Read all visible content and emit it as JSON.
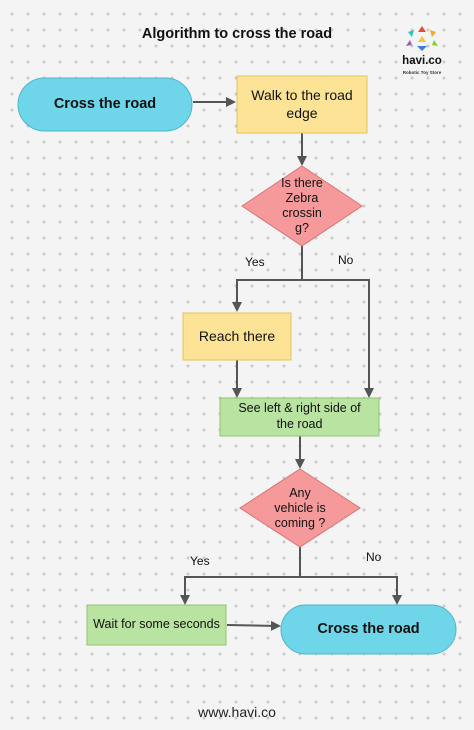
{
  "title": "Algorithm to cross the road",
  "brand": {
    "name": "havi.co",
    "tagline": "Robotic Toy Store",
    "footer": "www.havi.co"
  },
  "nodes": {
    "start": "Cross the road",
    "walk_edge": "Walk to the road edge",
    "zebra_question": "Is there Zebra crossin g?",
    "reach_there": "Reach there",
    "see_sides": "See left & right side of the road",
    "vehicle_question": "Any vehicle is coming ?",
    "wait": "Wait for some seconds",
    "end": "Cross the road"
  },
  "edge_labels": {
    "zebra_yes": "Yes",
    "zebra_no": "No",
    "vehicle_yes": "Yes",
    "vehicle_no": "No"
  },
  "colors": {
    "terminal": "#6fd6ea",
    "process_yellow": "#fde395",
    "decision": "#f5999a",
    "process_green": "#b9e3a0",
    "connector": "#555555"
  }
}
